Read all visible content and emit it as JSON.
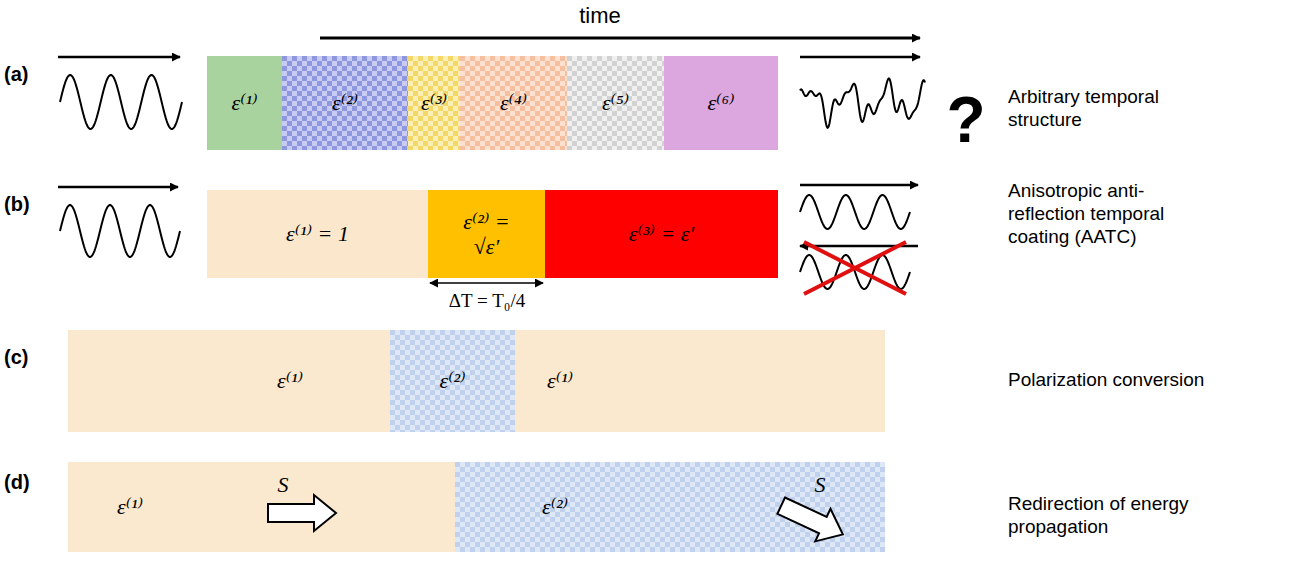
{
  "diagram": {
    "nodes": [
      {
        "text": [
          "ε⁽¹⁾"
        ]
      },
      {
        "text": [
          "ε⁽²⁾"
        ]
      },
      {
        "text": [
          "ε⁽³⁾"
        ]
      },
      {
        "text": [
          "ε⁽⁴⁾"
        ]
      },
      {
        "text": [
          "ε⁽⁵⁾"
        ]
      },
      {
        "text": [
          "ε⁽⁶⁾"
        ]
      },
      {
        "text": [
          "ε⁽¹⁾ = 1"
        ]
      },
      {
        "text": [
          "ε⁽²⁾ = √ε′"
        ]
      },
      {
        "text": [
          "ε⁽³⁾ = ε′"
        ]
      },
      {
        "text": [
          "ε⁽¹⁾"
        ]
      },
      {
        "text": [
          "ε⁽²⁾"
        ]
      },
      {
        "text": [
          "ε⁽¹⁾"
        ]
      },
      {
        "text": [
          "ε⁽¹⁾"
        ]
      },
      {
        "text": [
          "ε⁽²⁾"
        ]
      }
    ],
    "labels": [
      "time",
      "(a)",
      "?",
      "Arbitrary temporal structure",
      "(b)",
      "ΔT = T₀/4",
      "Anisotropic anti-reflection temporal coating (AATC)",
      "(c)",
      "Polarization conversion",
      "(d)",
      "S",
      "S",
      "Redirection of energy propagation"
    ]
  }
}
